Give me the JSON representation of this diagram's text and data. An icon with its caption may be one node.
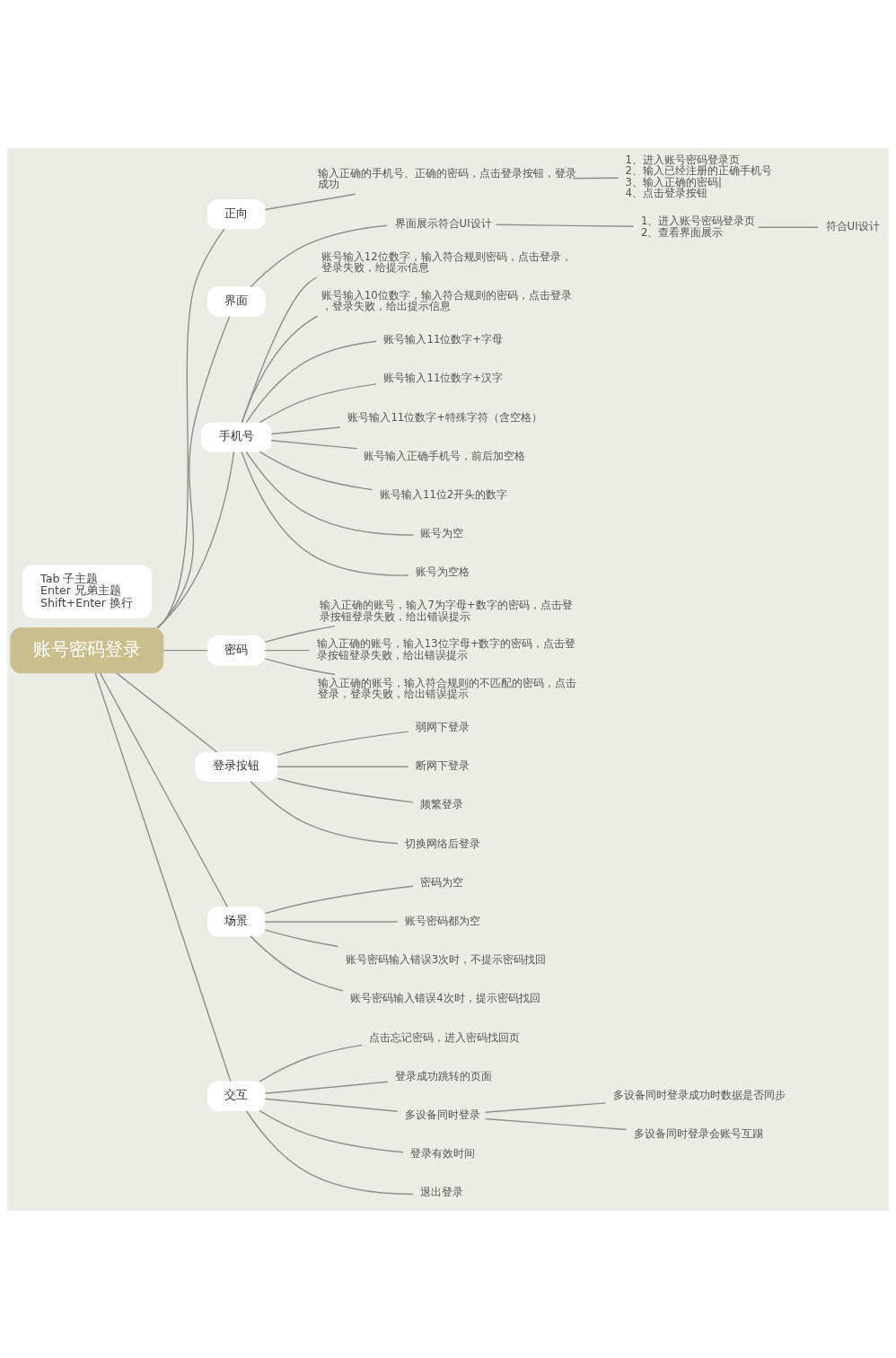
{
  "diagram": {
    "nodes": [
      {
        "text": [
          "账号密码登录"
        ]
      },
      {
        "text": [
          "Tab 子主题",
          "Enter 兄弟主题",
          "Shift+Enter 换行"
        ]
      },
      {
        "text": [
          "正向"
        ]
      },
      {
        "text": [
          "输入正确的手机号、正确的密码，点击登录按钮，登录成功"
        ]
      },
      {
        "text": [
          "1、进入账号密码登录页",
          "2、输入已经注册的正确手机号",
          "3、输入正确的密码|",
          "4、点击登录按钮"
        ]
      },
      {
        "text": [
          "界面"
        ]
      },
      {
        "text": [
          "界面展示符合UI设计"
        ]
      },
      {
        "text": [
          "1、进入账号密码登录页",
          "2、查看界面展示"
        ]
      },
      {
        "text": [
          "符合UI设计"
        ]
      },
      {
        "text": [
          "手机号"
        ]
      },
      {
        "text": [
          "账号输入12位数字，输入符合规则密码，点击登录，登录失败，给提示信息"
        ]
      },
      {
        "text": [
          "账号输入10位数字，输入符合规则的密码，点击登录，登录失败，给出提示信息"
        ]
      },
      {
        "text": [
          "账号输入11位数字+字母"
        ]
      },
      {
        "text": [
          "账号输入11位数字+汉字"
        ]
      },
      {
        "text": [
          "账号输入11位数字+特殊字符（含空格）"
        ]
      },
      {
        "text": [
          "账号输入正确手机号，前后加空格"
        ]
      },
      {
        "text": [
          "账号输入11位2开头的数字"
        ]
      },
      {
        "text": [
          "账号为空"
        ]
      },
      {
        "text": [
          "账号为空格"
        ]
      },
      {
        "text": [
          "密码"
        ]
      },
      {
        "text": [
          "输入正确的账号，输入7为字母+数字的密码，点击登录按钮登录失败，给出错误提示"
        ]
      },
      {
        "text": [
          "输入正确的账号，输入13位字母+数字的密码，点击登录按钮登录失败，给出错误提示"
        ]
      },
      {
        "text": [
          "输入正确的账号，输入符合规则的不匹配的密码，点击登录，登录失败，给出错误提示"
        ]
      },
      {
        "text": [
          "登录按钮"
        ]
      },
      {
        "text": [
          "弱网下登录"
        ]
      },
      {
        "text": [
          "断网下登录"
        ]
      },
      {
        "text": [
          "频繁登录"
        ]
      },
      {
        "text": [
          "切换网络后登录"
        ]
      },
      {
        "text": [
          "场景"
        ]
      },
      {
        "text": [
          "密码为空"
        ]
      },
      {
        "text": [
          "账号密码都为空"
        ]
      },
      {
        "text": [
          "账号密码输入错误3次时，不提示密码找回"
        ]
      },
      {
        "text": [
          "账号密码输入错误4次时，提示密码找回"
        ]
      },
      {
        "text": [
          "交互"
        ]
      },
      {
        "text": [
          "点击忘记密码，进入密码找回页"
        ]
      },
      {
        "text": [
          "登录成功跳转的页面"
        ]
      },
      {
        "text": [
          "多设备同时登录"
        ]
      },
      {
        "text": [
          "多设备同时登录成功时数据是否同步"
        ]
      },
      {
        "text": [
          "多设备同时登录会账号互踢"
        ]
      },
      {
        "text": [
          "登录有效时间"
        ]
      },
      {
        "text": [
          "退出登录"
        ]
      }
    ],
    "edges": [
      {
        "from": 0,
        "to": 2,
        "arrow": "none"
      },
      {
        "from": 2,
        "to": 3,
        "arrow": "none"
      },
      {
        "from": 3,
        "to": 4,
        "arrow": "none"
      },
      {
        "from": 0,
        "to": 5,
        "arrow": "none"
      },
      {
        "from": 5,
        "to": 6,
        "arrow": "none"
      },
      {
        "from": 6,
        "to": 7,
        "arrow": "none"
      },
      {
        "from": 7,
        "to": 8,
        "arrow": "none"
      },
      {
        "from": 0,
        "to": 9,
        "arrow": "none"
      },
      {
        "from": 9,
        "to": 10,
        "arrow": "none"
      },
      {
        "from": 9,
        "to": 11,
        "arrow": "none"
      },
      {
        "from": 9,
        "to": 12,
        "arrow": "none"
      },
      {
        "from": 9,
        "to": 13,
        "arrow": "none"
      },
      {
        "from": 9,
        "to": 14,
        "arrow": "none"
      },
      {
        "from": 9,
        "to": 15,
        "arrow": "none"
      },
      {
        "from": 9,
        "to": 16,
        "arrow": "none"
      },
      {
        "from": 9,
        "to": 17,
        "arrow": "none"
      },
      {
        "from": 9,
        "to": 18,
        "arrow": "none"
      },
      {
        "from": 0,
        "to": 19,
        "arrow": "none"
      },
      {
        "from": 19,
        "to": 20,
        "arrow": "none"
      },
      {
        "from": 19,
        "to": 21,
        "arrow": "none"
      },
      {
        "from": 19,
        "to": 22,
        "arrow": "none"
      },
      {
        "from": 0,
        "to": 23,
        "arrow": "none"
      },
      {
        "from": 23,
        "to": 24,
        "arrow": "none"
      },
      {
        "from": 23,
        "to": 25,
        "arrow": "none"
      },
      {
        "from": 23,
        "to": 26,
        "arrow": "none"
      },
      {
        "from": 23,
        "to": 27,
        "arrow": "none"
      },
      {
        "from": 0,
        "to": 28,
        "arrow": "none"
      },
      {
        "from": 28,
        "to": 29,
        "arrow": "none"
      },
      {
        "from": 28,
        "to": 30,
        "arrow": "none"
      },
      {
        "from": 28,
        "to": 31,
        "arrow": "none"
      },
      {
        "from": 28,
        "to": 32,
        "arrow": "none"
      },
      {
        "from": 0,
        "to": 33,
        "arrow": "none"
      },
      {
        "from": 33,
        "to": 34,
        "arrow": "none"
      },
      {
        "from": 33,
        "to": 35,
        "arrow": "none"
      },
      {
        "from": 33,
        "to": 36,
        "arrow": "none"
      },
      {
        "from": 36,
        "to": 37,
        "arrow": "none"
      },
      {
        "from": 36,
        "to": 38,
        "arrow": "none"
      },
      {
        "from": 33,
        "to": 39,
        "arrow": "none"
      },
      {
        "from": 33,
        "to": 40,
        "arrow": "none"
      }
    ]
  }
}
